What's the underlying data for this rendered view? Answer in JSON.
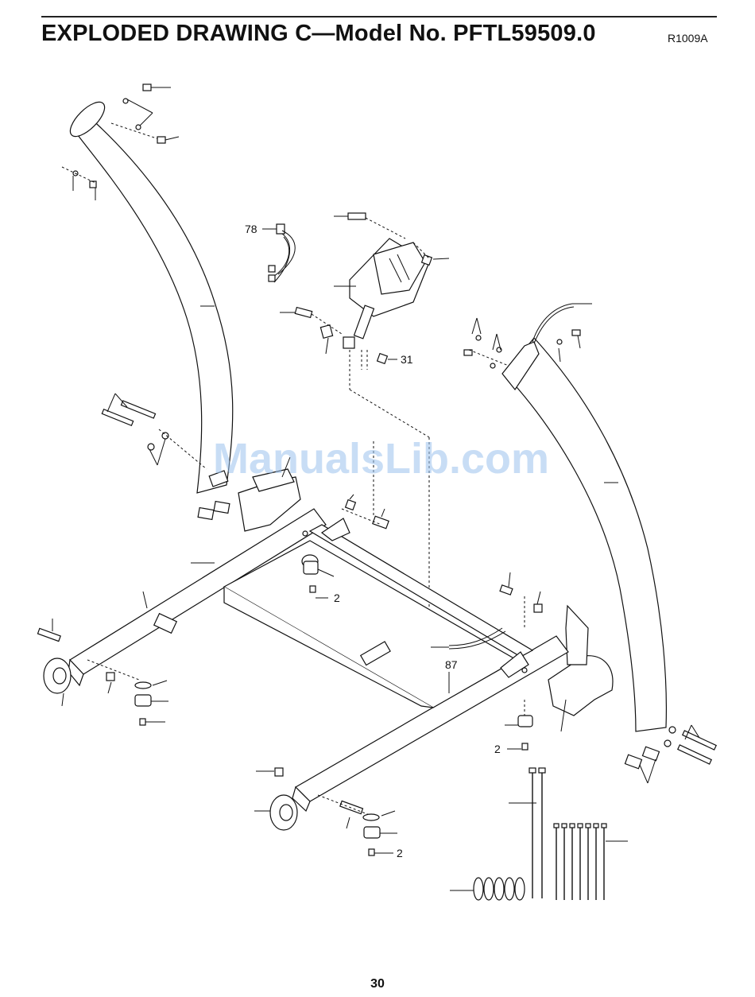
{
  "header": {
    "title": "EXPLODED DRAWING C—Model No. PFTL59509.0",
    "code": "R1009A"
  },
  "callouts": {
    "c78": "78",
    "c31": "31",
    "c2a": "2",
    "c2b": "2",
    "c2c": "2",
    "c87": "87"
  },
  "watermark": "ManualsLib.com",
  "footer": {
    "page_number": "30"
  }
}
